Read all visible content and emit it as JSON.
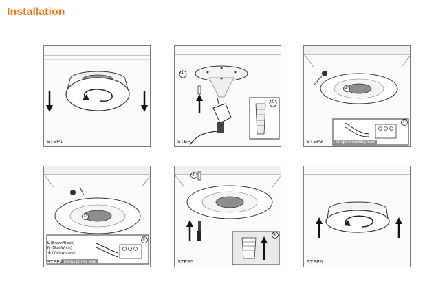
{
  "header": {
    "title": "Installation"
  },
  "steps": [
    {
      "label": "STEP1"
    },
    {
      "label": "STEP2",
      "badges": [
        "①",
        "①"
      ]
    },
    {
      "label": "STEP3",
      "badges": [
        "②",
        "②"
      ],
      "caption": "Original existing lead"
    },
    {
      "label": "STEP4",
      "badges": [
        "③",
        "③"
      ],
      "caption": "Mains power lead",
      "wiring": [
        {
          "key": "L",
          "text": "(Brown/Black)"
        },
        {
          "key": "N",
          "text": "(Blue/White)"
        },
        {
          "key": "⏚",
          "text": "(Yellow-green)"
        }
      ]
    },
    {
      "label": "STEP5",
      "badges": [
        "④",
        "④"
      ]
    },
    {
      "label": "STEP6"
    }
  ]
}
